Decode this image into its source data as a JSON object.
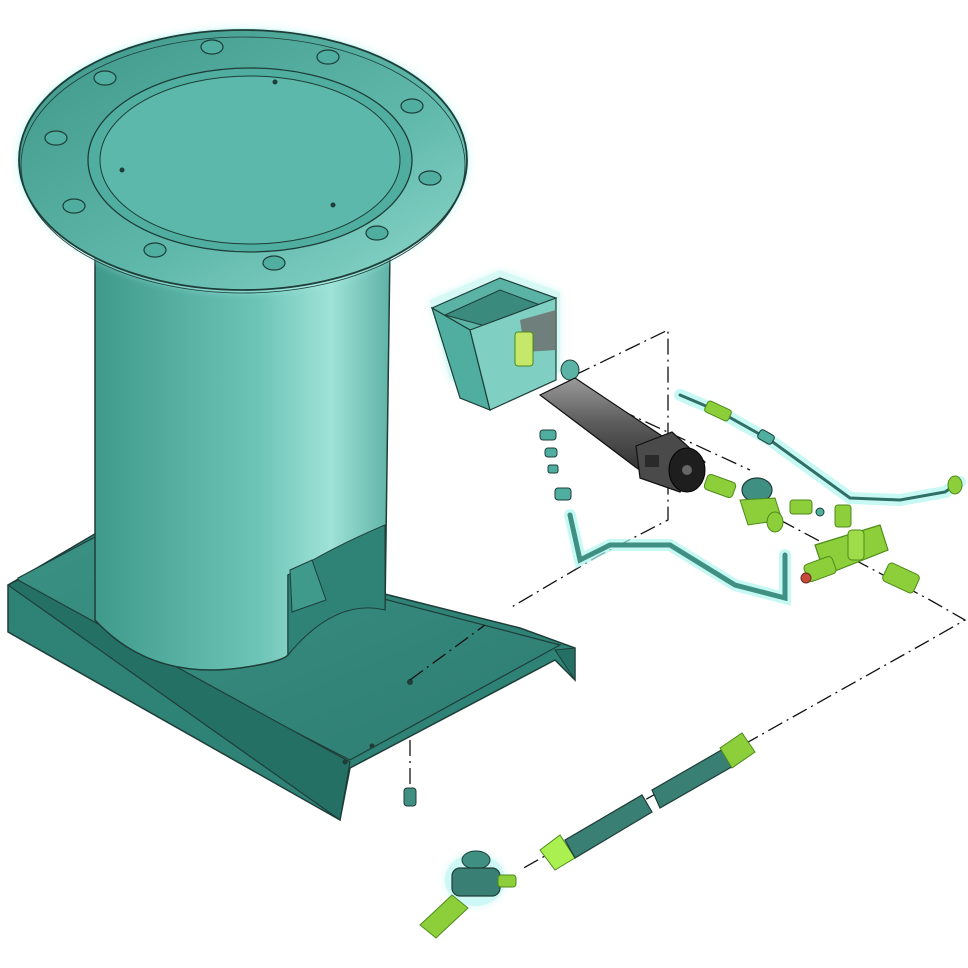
{
  "diagram": {
    "kind": "exploded isometric parts illustration",
    "labels": [],
    "colors": {
      "background": "#ffffff",
      "body_teal": "#4fae9f",
      "body_teal_light": "#8ed8cc",
      "body_teal_dark": "#2f7f72",
      "outline": "#1e3d38",
      "glow": "#aef5ef",
      "burner_gray": "#5a5a5a",
      "burner_dark": "#2a2a2a",
      "fitting_green": "#8ccf3a",
      "fitting_green_dark": "#4e8a1a",
      "hose_teal": "#3f8f82"
    },
    "parts": [
      "tank-flange",
      "tank-cylinder",
      "base-plate",
      "burner-box",
      "burner-tube",
      "gas-valve",
      "tee-fitting",
      "pilot-tube",
      "fuel-line",
      "hose",
      "regulator",
      "screw"
    ]
  }
}
